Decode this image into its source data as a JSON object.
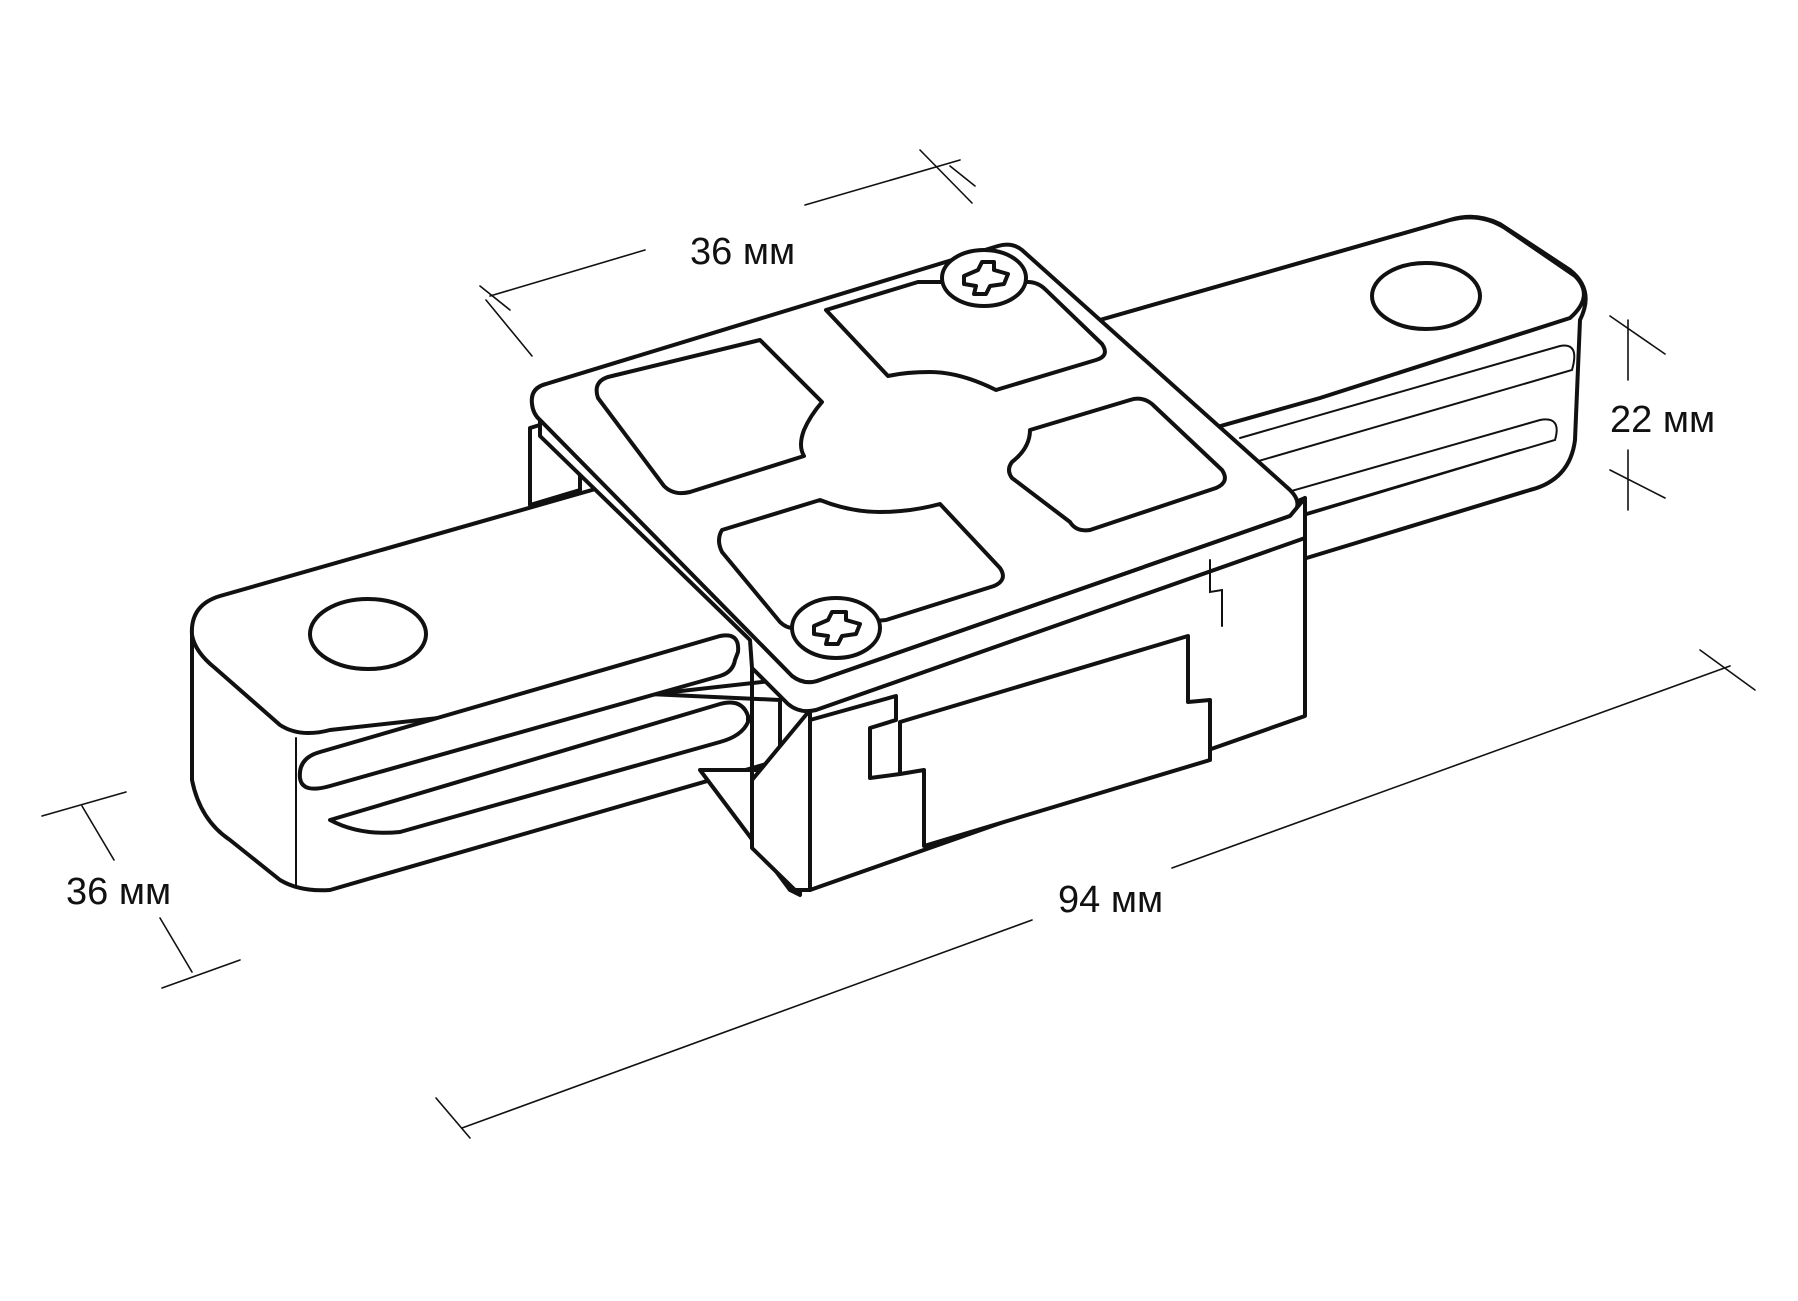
{
  "dimensions": {
    "top_width": "36 мм",
    "height": "22 мм",
    "left_width": "36 мм",
    "length": "94 мм"
  },
  "colors": {
    "line": "#111111",
    "background": "#ffffff"
  }
}
